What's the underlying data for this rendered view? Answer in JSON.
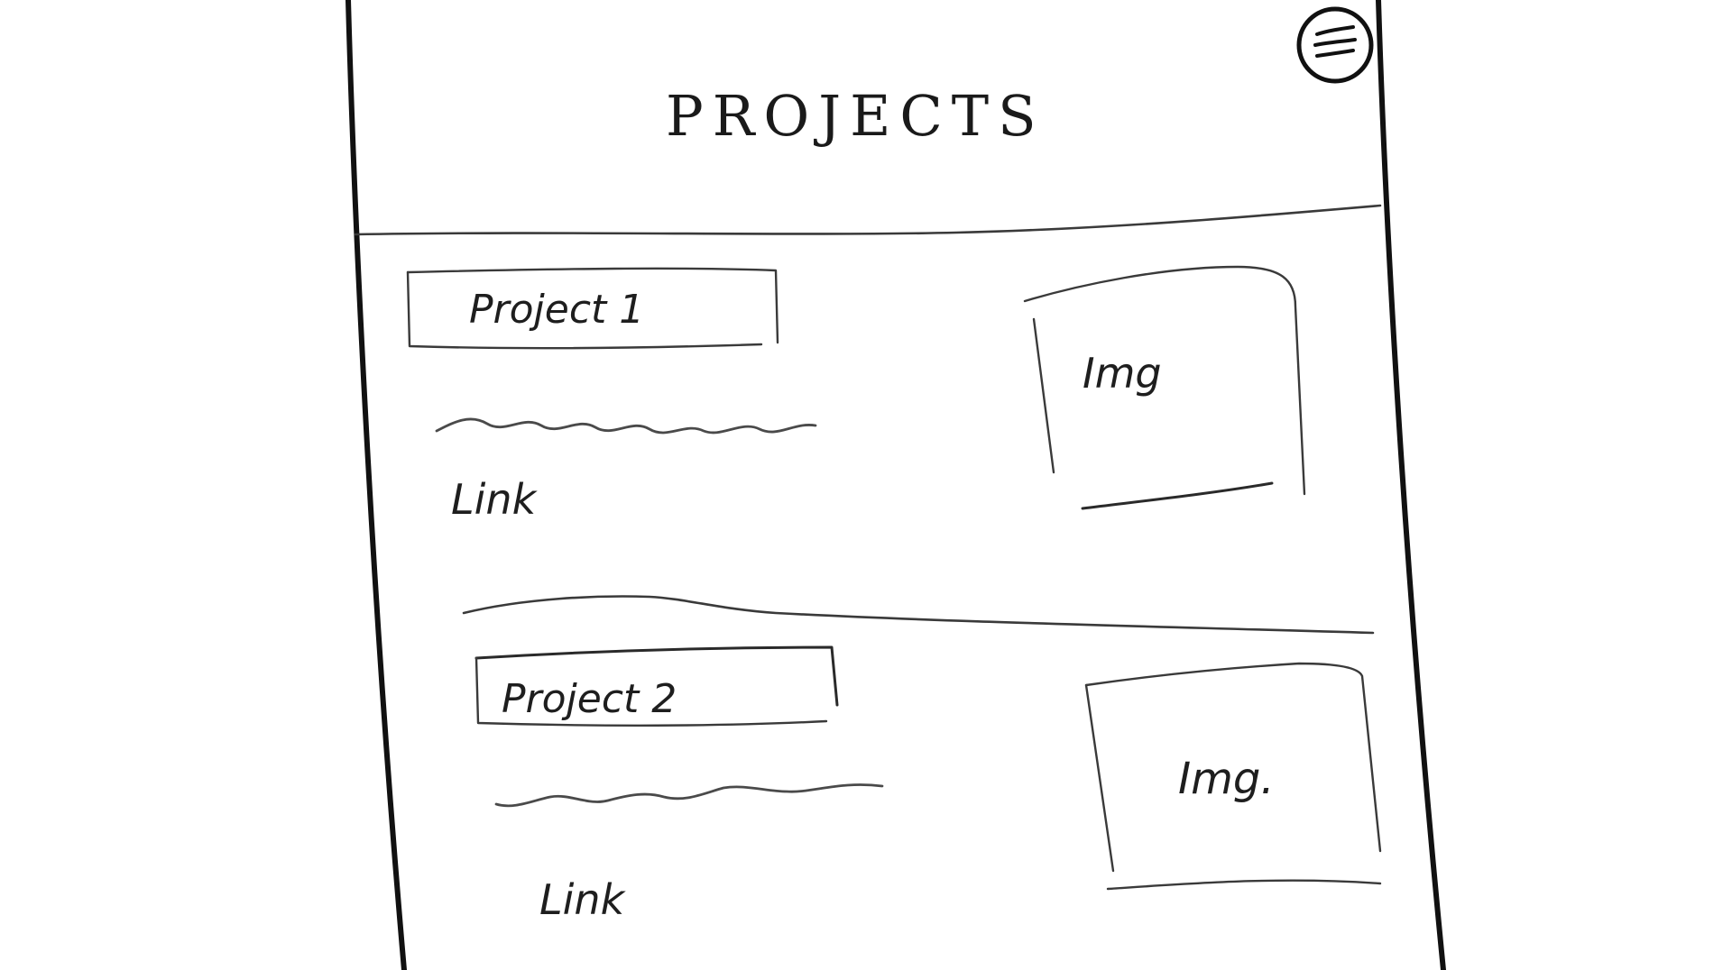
{
  "page": {
    "title": "PROJECTS"
  },
  "header": {
    "menu_icon": "hamburger-menu-icon"
  },
  "projects": [
    {
      "title": "Project 1",
      "image_label": "Img",
      "link_label": "Link"
    },
    {
      "title": "Project 2",
      "image_label": "Img.",
      "link_label": "Link"
    }
  ],
  "style": {
    "ink_color": "#1e1e1e",
    "paper_color": "#ffffff"
  }
}
